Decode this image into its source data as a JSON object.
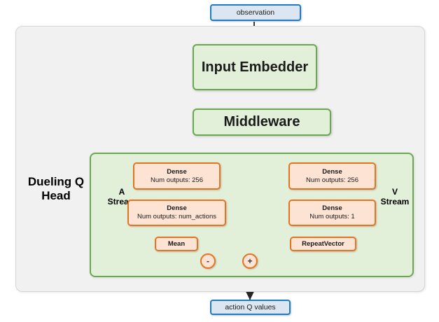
{
  "diagram": {
    "title_hidden": "",
    "io": {
      "input_label": "observation",
      "output_label": "action Q values"
    },
    "modules": {
      "input_embedder": "Input Embedder",
      "middleware": "Middleware"
    },
    "head": {
      "name": "Dueling Q Head",
      "a_stream_label": "A\nStream",
      "a_stream_line1": "A",
      "a_stream_line2": "Stream",
      "v_stream_line1": "V",
      "v_stream_line2": "Stream"
    },
    "a_stream": {
      "dense1_line1": "Dense",
      "dense1_line2": "Num outputs: 256",
      "dense2_line1": "Dense",
      "dense2_line2": "Num outputs: num_actions",
      "mean": "Mean",
      "operator": "-"
    },
    "v_stream": {
      "dense1_line1": "Dense",
      "dense1_line2": "Num outputs: 256",
      "dense2_line1": "Dense",
      "dense2_line2": "Num outputs: 1",
      "repeat_vector": "RepeatVector",
      "operator": "+"
    },
    "colors": {
      "blue_border": "#1f7bc1",
      "blue_fill": "#dce6f2",
      "green_border": "#6aa84f",
      "green_fill": "#e2efd9",
      "orange_border": "#e8731e",
      "orange_fill": "#fce3d3",
      "panel_grey": "#f1f1f1",
      "wire": "#262626"
    }
  }
}
